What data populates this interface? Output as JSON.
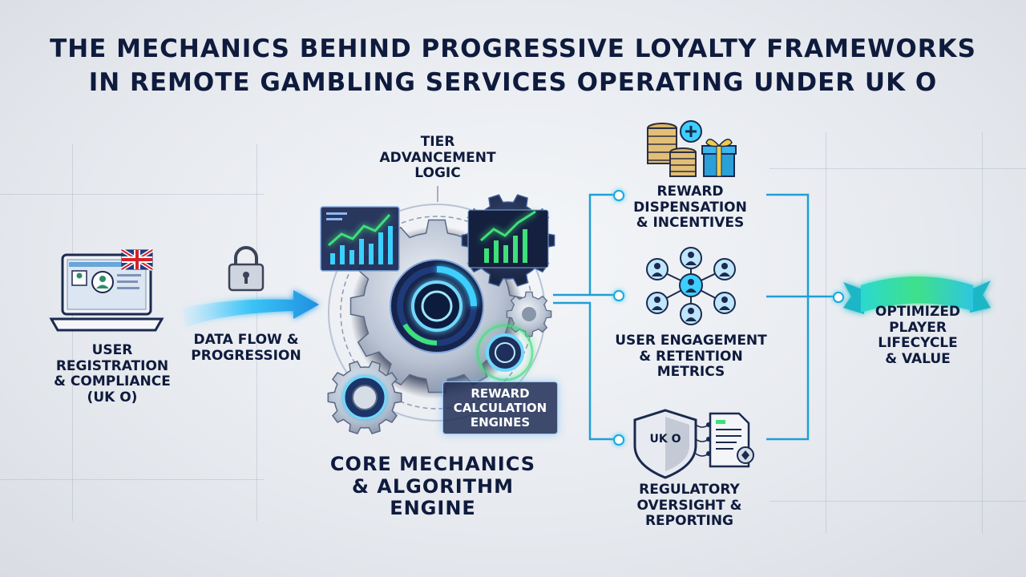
{
  "title": {
    "line1": "THE MECHANICS BEHIND PROGRESSIVE LOYALTY FRAMEWORKS",
    "line2": "IN REMOTE GAMBLING SERVICES OPERATING UNDER UK O"
  },
  "nodes": {
    "registration": {
      "lines": [
        "USER",
        "REGISTRATION",
        "& COMPLIANCE",
        "(UK O)"
      ],
      "flag": "uk-flag"
    },
    "data_flow": {
      "lines": [
        "DATA FLOW &",
        "PROGRESSION"
      ],
      "icon": "padlock-icon"
    },
    "tier": {
      "lines": [
        "TIER",
        "ADVANCEMENT",
        "LOGIC"
      ]
    },
    "calc": {
      "lines": [
        "REWARD",
        "CALCULATION",
        "ENGINES"
      ]
    },
    "core": {
      "lines": [
        "CORE MECHANICS",
        "& ALGORITHM",
        "ENGINE"
      ]
    },
    "reward": {
      "lines": [
        "REWARD",
        "DISPENSATION",
        "& INCENTIVES"
      ],
      "icon": "coins-gift-icon"
    },
    "engagement": {
      "lines": [
        "USER ENGAGEMENT",
        "& RETENTION",
        "METRICS"
      ],
      "icon": "network-users-icon"
    },
    "regulatory": {
      "lines": [
        "REGULATORY",
        "OVERSIGHT &",
        "REPORTING"
      ],
      "shield_text": "UK O"
    },
    "lifecycle": {
      "lines": [
        "OPTIMIZED",
        "PLAYER",
        "LIFECYCLE",
        "& VALUE"
      ],
      "icon": "ribbon-banner-icon"
    }
  },
  "colors": {
    "navy": "#0f1b3d",
    "accent_blue": "#1ea7d9",
    "glow_cyan": "#3cd0ff",
    "chart_green": "#3ee07a",
    "ribbon_green": "#3fe08a"
  }
}
